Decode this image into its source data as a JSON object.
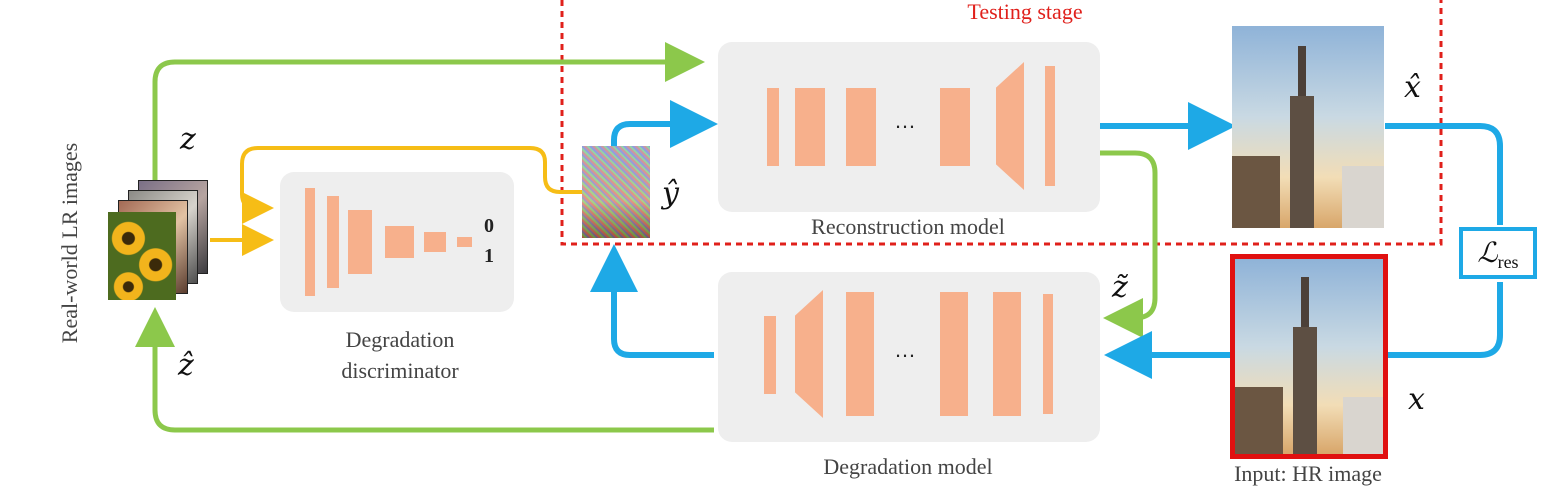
{
  "labels": {
    "testing_stage": "Testing stage",
    "reconstruction_model": "Reconstruction model",
    "degradation_model": "Degradation model",
    "degradation_discriminator_line1": "Degradation",
    "degradation_discriminator_line2": "discriminator",
    "real_world_lr": "Real-world LR images",
    "input_hr": "Input: HR image",
    "loss": "ℒ",
    "loss_sub": "res",
    "output_zero": "0",
    "output_one": "1",
    "ellipsis_top": "…",
    "ellipsis_bottom": "…"
  },
  "symbols": {
    "z": "z",
    "z_hat": "ẑ",
    "z_tilde": "z̃",
    "y_hat": "ŷ",
    "x_hat": "x̂",
    "x": "x"
  },
  "colors": {
    "green_arrow": "#8cc84b",
    "blue_arrow": "#1ea9e6",
    "yellow_arrow": "#f6bd16",
    "testing_border": "#e0201b",
    "hr_border": "#e01010",
    "block": "#f7b08c",
    "panel": "#eeeeee"
  }
}
